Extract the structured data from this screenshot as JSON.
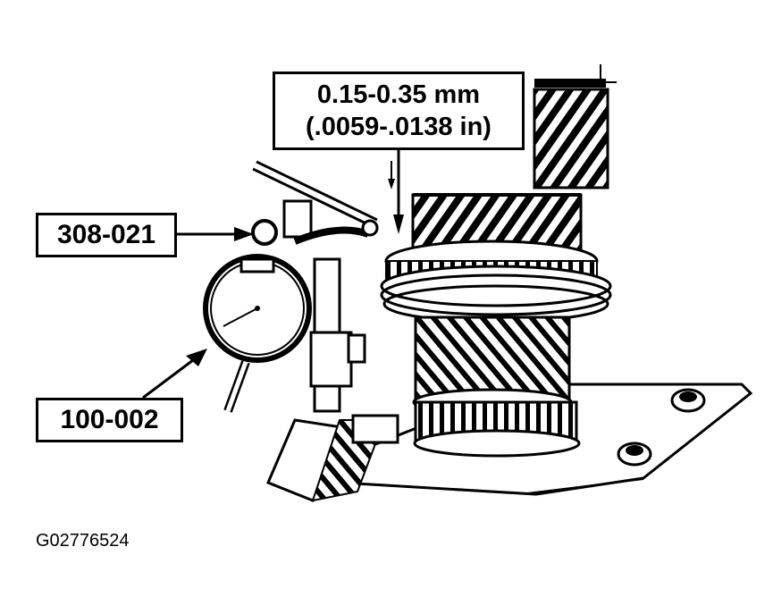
{
  "callouts": {
    "spec_line1": "0.15-0.35 mm",
    "spec_line2": "(.0059-.0138 in)",
    "tool_308": "308-021",
    "tool_100": "100-002"
  },
  "figure_id": "G02776524",
  "colors": {
    "ink": "#000000",
    "paper": "#ffffff"
  }
}
